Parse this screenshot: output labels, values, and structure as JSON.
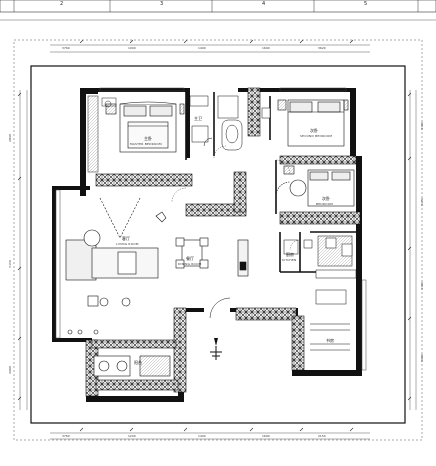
{
  "header": {
    "columns": [
      "2",
      "3",
      "4",
      "5"
    ]
  },
  "rooms": {
    "master_bedroom": {
      "label": "主卧",
      "sub": "MASTER BEDROOM"
    },
    "bath": {
      "label": "主卫"
    },
    "second_bedroom": {
      "label": "次卧",
      "sub": "SECOND BEDROOM"
    },
    "third_bedroom": {
      "label": "次卧",
      "sub": "BEDROOM"
    },
    "living": {
      "label": "客厅",
      "sub": "LIVING ROOM"
    },
    "dining": {
      "label": "餐厅",
      "sub": "DINING ROOM"
    },
    "kitchen": {
      "label": "厨房",
      "sub": "KITCHEN"
    },
    "study": {
      "label": "书房"
    },
    "balcony": {
      "label": "阳台"
    }
  },
  "dims": {
    "top": [
      "3760",
      "1000",
      "1400",
      "1690",
      "3620"
    ],
    "bottom": [
      "3760",
      "1200",
      "1400",
      "1690",
      "2150"
    ],
    "left": [
      "2840",
      "5150",
      "2600"
    ],
    "right": [
      "3190",
      "3170",
      "1190",
      "5000"
    ]
  },
  "colors": {
    "wall": "#111111",
    "line": "#222222",
    "dash": "#555555",
    "hatch": "#888888"
  }
}
